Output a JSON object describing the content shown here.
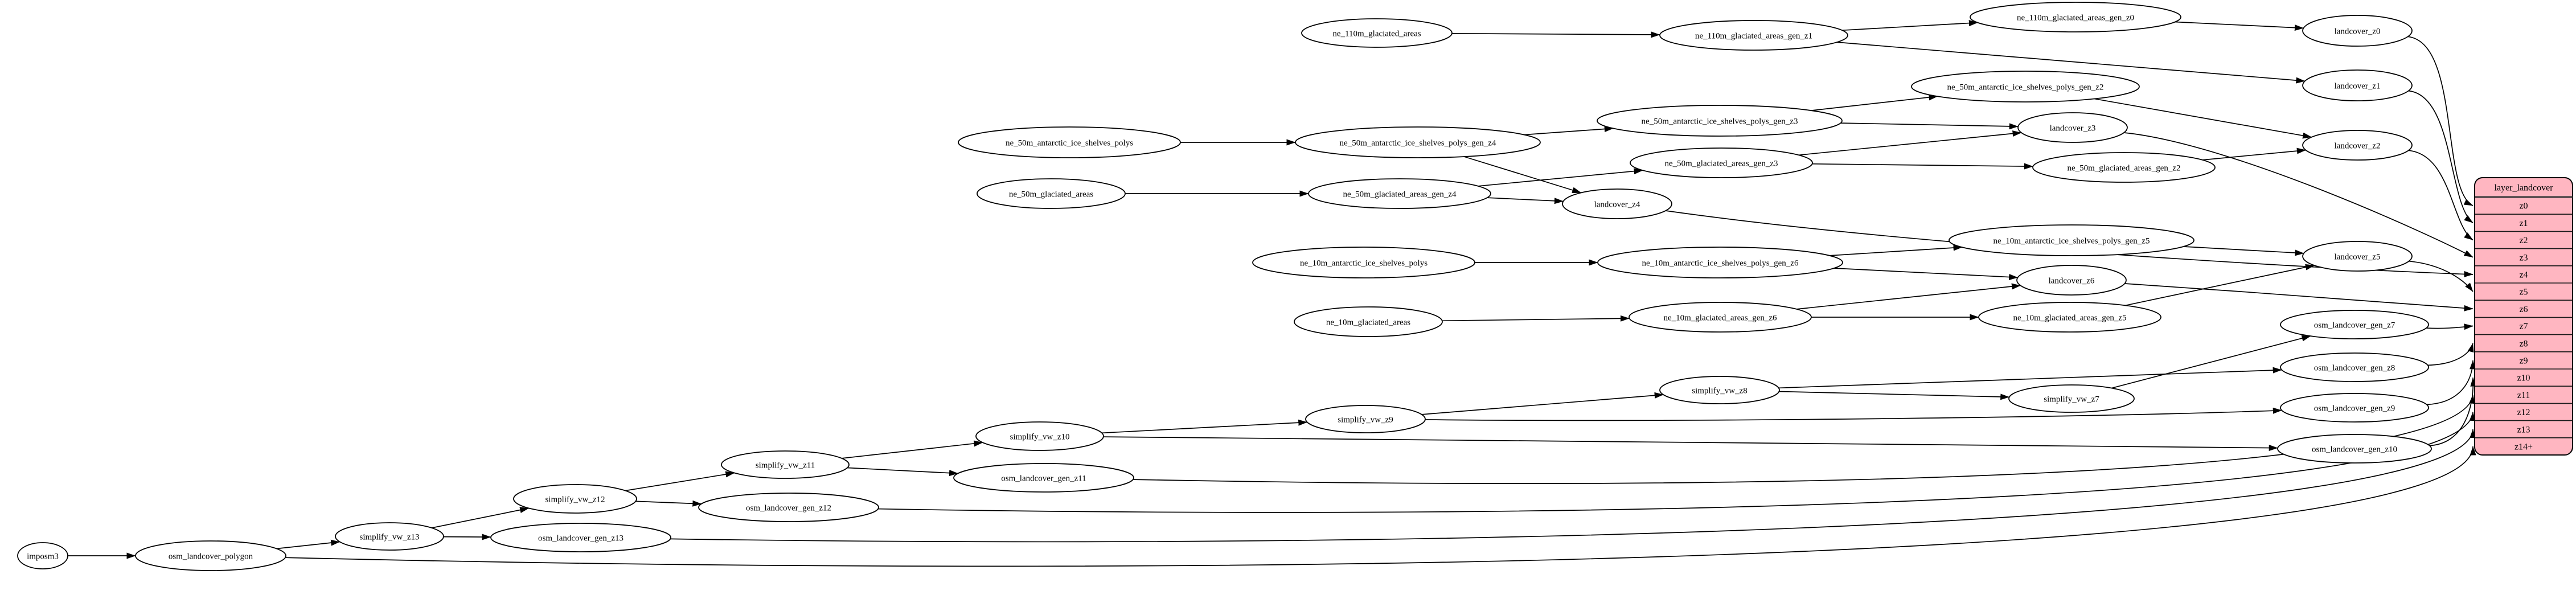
{
  "diagram": {
    "background": "#ffffff",
    "colors": {
      "node_fill": "#ffffff",
      "node_stroke": "#000000",
      "edge_color": "#000000",
      "table_fill": "#ffb6c1",
      "table_stroke": "#000000",
      "text_color": "#000000"
    },
    "nodes": [
      {
        "id": "imposm3",
        "label": "imposm3"
      },
      {
        "id": "osm_landcover_polygon",
        "label": "osm_landcover_polygon"
      },
      {
        "id": "simplify_vw_z13",
        "label": "simplify_vw_z13"
      },
      {
        "id": "osm_landcover_gen_z13",
        "label": "osm_landcover_gen_z13"
      },
      {
        "id": "simplify_vw_z12",
        "label": "simplify_vw_z12"
      },
      {
        "id": "osm_landcover_gen_z12",
        "label": "osm_landcover_gen_z12"
      },
      {
        "id": "simplify_vw_z11",
        "label": "simplify_vw_z11"
      },
      {
        "id": "osm_landcover_gen_z11",
        "label": "osm_landcover_gen_z11"
      },
      {
        "id": "simplify_vw_z10",
        "label": "simplify_vw_z10"
      },
      {
        "id": "simplify_vw_z9",
        "label": "simplify_vw_z9"
      },
      {
        "id": "simplify_vw_z8",
        "label": "simplify_vw_z8"
      },
      {
        "id": "simplify_vw_z7",
        "label": "simplify_vw_z7"
      },
      {
        "id": "osm_landcover_gen_z7",
        "label": "osm_landcover_gen_z7"
      },
      {
        "id": "osm_landcover_gen_z8",
        "label": "osm_landcover_gen_z8"
      },
      {
        "id": "osm_landcover_gen_z9",
        "label": "osm_landcover_gen_z9"
      },
      {
        "id": "osm_landcover_gen_z10",
        "label": "osm_landcover_gen_z10"
      },
      {
        "id": "ne_110m_glaciated_areas",
        "label": "ne_110m_glaciated_areas"
      },
      {
        "id": "ne_110m_glaciated_areas_gen_z1",
        "label": "ne_110m_glaciated_areas_gen_z1"
      },
      {
        "id": "ne_110m_glaciated_areas_gen_z0",
        "label": "ne_110m_glaciated_areas_gen_z0"
      },
      {
        "id": "landcover_z0",
        "label": "landcover_z0"
      },
      {
        "id": "landcover_z1",
        "label": "landcover_z1"
      },
      {
        "id": "ne_50m_antarctic_ice_shelves_polys",
        "label": "ne_50m_antarctic_ice_shelves_polys"
      },
      {
        "id": "ne_50m_antarctic_ice_shelves_polys_gen_z4",
        "label": "ne_50m_antarctic_ice_shelves_polys_gen_z4"
      },
      {
        "id": "ne_50m_antarctic_ice_shelves_polys_gen_z3",
        "label": "ne_50m_antarctic_ice_shelves_polys_gen_z3"
      },
      {
        "id": "ne_50m_antarctic_ice_shelves_polys_gen_z2",
        "label": "ne_50m_antarctic_ice_shelves_polys_gen_z2"
      },
      {
        "id": "ne_50m_glaciated_areas",
        "label": "ne_50m_glaciated_areas"
      },
      {
        "id": "ne_50m_glaciated_areas_gen_z4",
        "label": "ne_50m_glaciated_areas_gen_z4"
      },
      {
        "id": "ne_50m_glaciated_areas_gen_z3",
        "label": "ne_50m_glaciated_areas_gen_z3"
      },
      {
        "id": "ne_50m_glaciated_areas_gen_z2",
        "label": "ne_50m_glaciated_areas_gen_z2"
      },
      {
        "id": "landcover_z2",
        "label": "landcover_z2"
      },
      {
        "id": "landcover_z3",
        "label": "landcover_z3"
      },
      {
        "id": "landcover_z4",
        "label": "landcover_z4"
      },
      {
        "id": "ne_10m_antarctic_ice_shelves_polys",
        "label": "ne_10m_antarctic_ice_shelves_polys"
      },
      {
        "id": "ne_10m_antarctic_ice_shelves_polys_gen_z6",
        "label": "ne_10m_antarctic_ice_shelves_polys_gen_z6"
      },
      {
        "id": "ne_10m_antarctic_ice_shelves_polys_gen_z5",
        "label": "ne_10m_antarctic_ice_shelves_polys_gen_z5"
      },
      {
        "id": "ne_10m_glaciated_areas",
        "label": "ne_10m_glaciated_areas"
      },
      {
        "id": "ne_10m_glaciated_areas_gen_z6",
        "label": "ne_10m_glaciated_areas_gen_z6"
      },
      {
        "id": "ne_10m_glaciated_areas_gen_z5",
        "label": "ne_10m_glaciated_areas_gen_z5"
      },
      {
        "id": "landcover_z5",
        "label": "landcover_z5"
      },
      {
        "id": "landcover_z6",
        "label": "landcover_z6"
      }
    ],
    "table": {
      "title": "layer_landcover",
      "rows": [
        "z0",
        "z1",
        "z2",
        "z3",
        "z4",
        "z5",
        "z6",
        "z7",
        "z8",
        "z9",
        "z10",
        "z11",
        "z12",
        "z13",
        "z14+"
      ]
    },
    "edges": [
      {
        "from": "ne_110m_glaciated_areas",
        "to": "ne_110m_glaciated_areas_gen_z1"
      },
      {
        "from": "ne_110m_glaciated_areas_gen_z1",
        "to": "ne_110m_glaciated_areas_gen_z0"
      },
      {
        "from": "ne_110m_glaciated_areas_gen_z1",
        "to": "landcover_z1"
      },
      {
        "from": "ne_110m_glaciated_areas_gen_z0",
        "to": "landcover_z0"
      },
      {
        "from": "landcover_z0",
        "to": "row:z0"
      },
      {
        "from": "landcover_z1",
        "to": "row:z1"
      },
      {
        "from": "ne_50m_antarctic_ice_shelves_polys",
        "to": "ne_50m_antarctic_ice_shelves_polys_gen_z4"
      },
      {
        "from": "ne_50m_antarctic_ice_shelves_polys_gen_z4",
        "to": "ne_50m_antarctic_ice_shelves_polys_gen_z3"
      },
      {
        "from": "ne_50m_antarctic_ice_shelves_polys_gen_z4",
        "to": "landcover_z4"
      },
      {
        "from": "ne_50m_antarctic_ice_shelves_polys_gen_z3",
        "to": "ne_50m_antarctic_ice_shelves_polys_gen_z2"
      },
      {
        "from": "ne_50m_antarctic_ice_shelves_polys_gen_z3",
        "to": "landcover_z3"
      },
      {
        "from": "ne_50m_antarctic_ice_shelves_polys_gen_z2",
        "to": "landcover_z2"
      },
      {
        "from": "ne_50m_glaciated_areas",
        "to": "ne_50m_glaciated_areas_gen_z4"
      },
      {
        "from": "ne_50m_glaciated_areas_gen_z4",
        "to": "ne_50m_glaciated_areas_gen_z3"
      },
      {
        "from": "ne_50m_glaciated_areas_gen_z4",
        "to": "landcover_z4"
      },
      {
        "from": "ne_50m_glaciated_areas_gen_z3",
        "to": "ne_50m_glaciated_areas_gen_z2"
      },
      {
        "from": "ne_50m_glaciated_areas_gen_z3",
        "to": "landcover_z3"
      },
      {
        "from": "ne_50m_glaciated_areas_gen_z2",
        "to": "landcover_z2"
      },
      {
        "from": "landcover_z2",
        "to": "row:z2"
      },
      {
        "from": "landcover_z3",
        "to": "row:z3"
      },
      {
        "from": "landcover_z4",
        "to": "row:z4"
      },
      {
        "from": "ne_10m_antarctic_ice_shelves_polys",
        "to": "ne_10m_antarctic_ice_shelves_polys_gen_z6"
      },
      {
        "from": "ne_10m_antarctic_ice_shelves_polys_gen_z6",
        "to": "ne_10m_antarctic_ice_shelves_polys_gen_z5"
      },
      {
        "from": "ne_10m_antarctic_ice_shelves_polys_gen_z6",
        "to": "landcover_z6"
      },
      {
        "from": "ne_10m_antarctic_ice_shelves_polys_gen_z5",
        "to": "landcover_z5"
      },
      {
        "from": "ne_10m_glaciated_areas",
        "to": "ne_10m_glaciated_areas_gen_z6"
      },
      {
        "from": "ne_10m_glaciated_areas_gen_z6",
        "to": "ne_10m_glaciated_areas_gen_z5"
      },
      {
        "from": "ne_10m_glaciated_areas_gen_z6",
        "to": "landcover_z6"
      },
      {
        "from": "ne_10m_glaciated_areas_gen_z5",
        "to": "landcover_z5"
      },
      {
        "from": "landcover_z5",
        "to": "row:z5"
      },
      {
        "from": "landcover_z6",
        "to": "row:z6"
      },
      {
        "from": "simplify_vw_z7",
        "to": "osm_landcover_gen_z7"
      },
      {
        "from": "osm_landcover_gen_z7",
        "to": "row:z7"
      },
      {
        "from": "simplify_vw_z8",
        "to": "simplify_vw_z7"
      },
      {
        "from": "simplify_vw_z8",
        "to": "osm_landcover_gen_z8"
      },
      {
        "from": "osm_landcover_gen_z8",
        "to": "row:z8"
      },
      {
        "from": "simplify_vw_z9",
        "to": "simplify_vw_z8"
      },
      {
        "from": "simplify_vw_z9",
        "to": "osm_landcover_gen_z9"
      },
      {
        "from": "osm_landcover_gen_z9",
        "to": "row:z9"
      },
      {
        "from": "simplify_vw_z10",
        "to": "simplify_vw_z9"
      },
      {
        "from": "simplify_vw_z10",
        "to": "osm_landcover_gen_z10"
      },
      {
        "from": "osm_landcover_gen_z10",
        "to": "row:z10"
      },
      {
        "from": "simplify_vw_z11",
        "to": "simplify_vw_z10"
      },
      {
        "from": "simplify_vw_z11",
        "to": "osm_landcover_gen_z11"
      },
      {
        "from": "osm_landcover_gen_z11",
        "to": "row:z11"
      },
      {
        "from": "simplify_vw_z12",
        "to": "simplify_vw_z11"
      },
      {
        "from": "simplify_vw_z12",
        "to": "osm_landcover_gen_z12"
      },
      {
        "from": "osm_landcover_gen_z12",
        "to": "row:z12"
      },
      {
        "from": "simplify_vw_z13",
        "to": "simplify_vw_z12"
      },
      {
        "from": "simplify_vw_z13",
        "to": "osm_landcover_gen_z13"
      },
      {
        "from": "osm_landcover_gen_z13",
        "to": "row:z13"
      },
      {
        "from": "imposm3",
        "to": "osm_landcover_polygon"
      },
      {
        "from": "osm_landcover_polygon",
        "to": "simplify_vw_z13"
      },
      {
        "from": "osm_landcover_polygon",
        "to": "row:z14+"
      }
    ]
  }
}
